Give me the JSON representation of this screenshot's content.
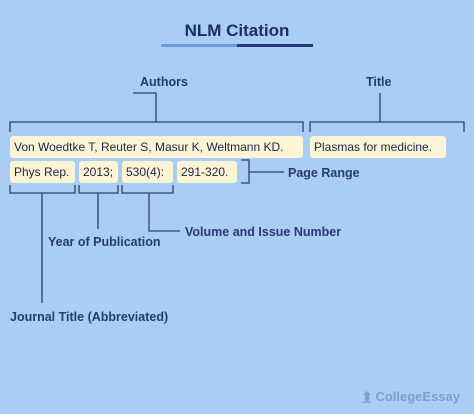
{
  "header": {
    "title": "NLM Citation"
  },
  "labels": {
    "authors": "Authors",
    "title": "Title",
    "page_range": "Page Range",
    "volume_issue": "Volume and Issue Number",
    "year": "Year of Publication",
    "journal": "Journal Title (Abbreviated)"
  },
  "citation": {
    "authors": "Von Woedtke T, Reuter S, Masur K, Weltmann KD.",
    "title": "Plasmas for medicine.",
    "journal": "Phys Rep.",
    "year": "2013;",
    "volume_issue": "530(4):",
    "pages": "291-320."
  },
  "watermark": {
    "brand": "CollegeEssay"
  },
  "colors": {
    "background": "#a9cdf3",
    "chip": "#fdf4d6",
    "line": "#2c3f78"
  }
}
